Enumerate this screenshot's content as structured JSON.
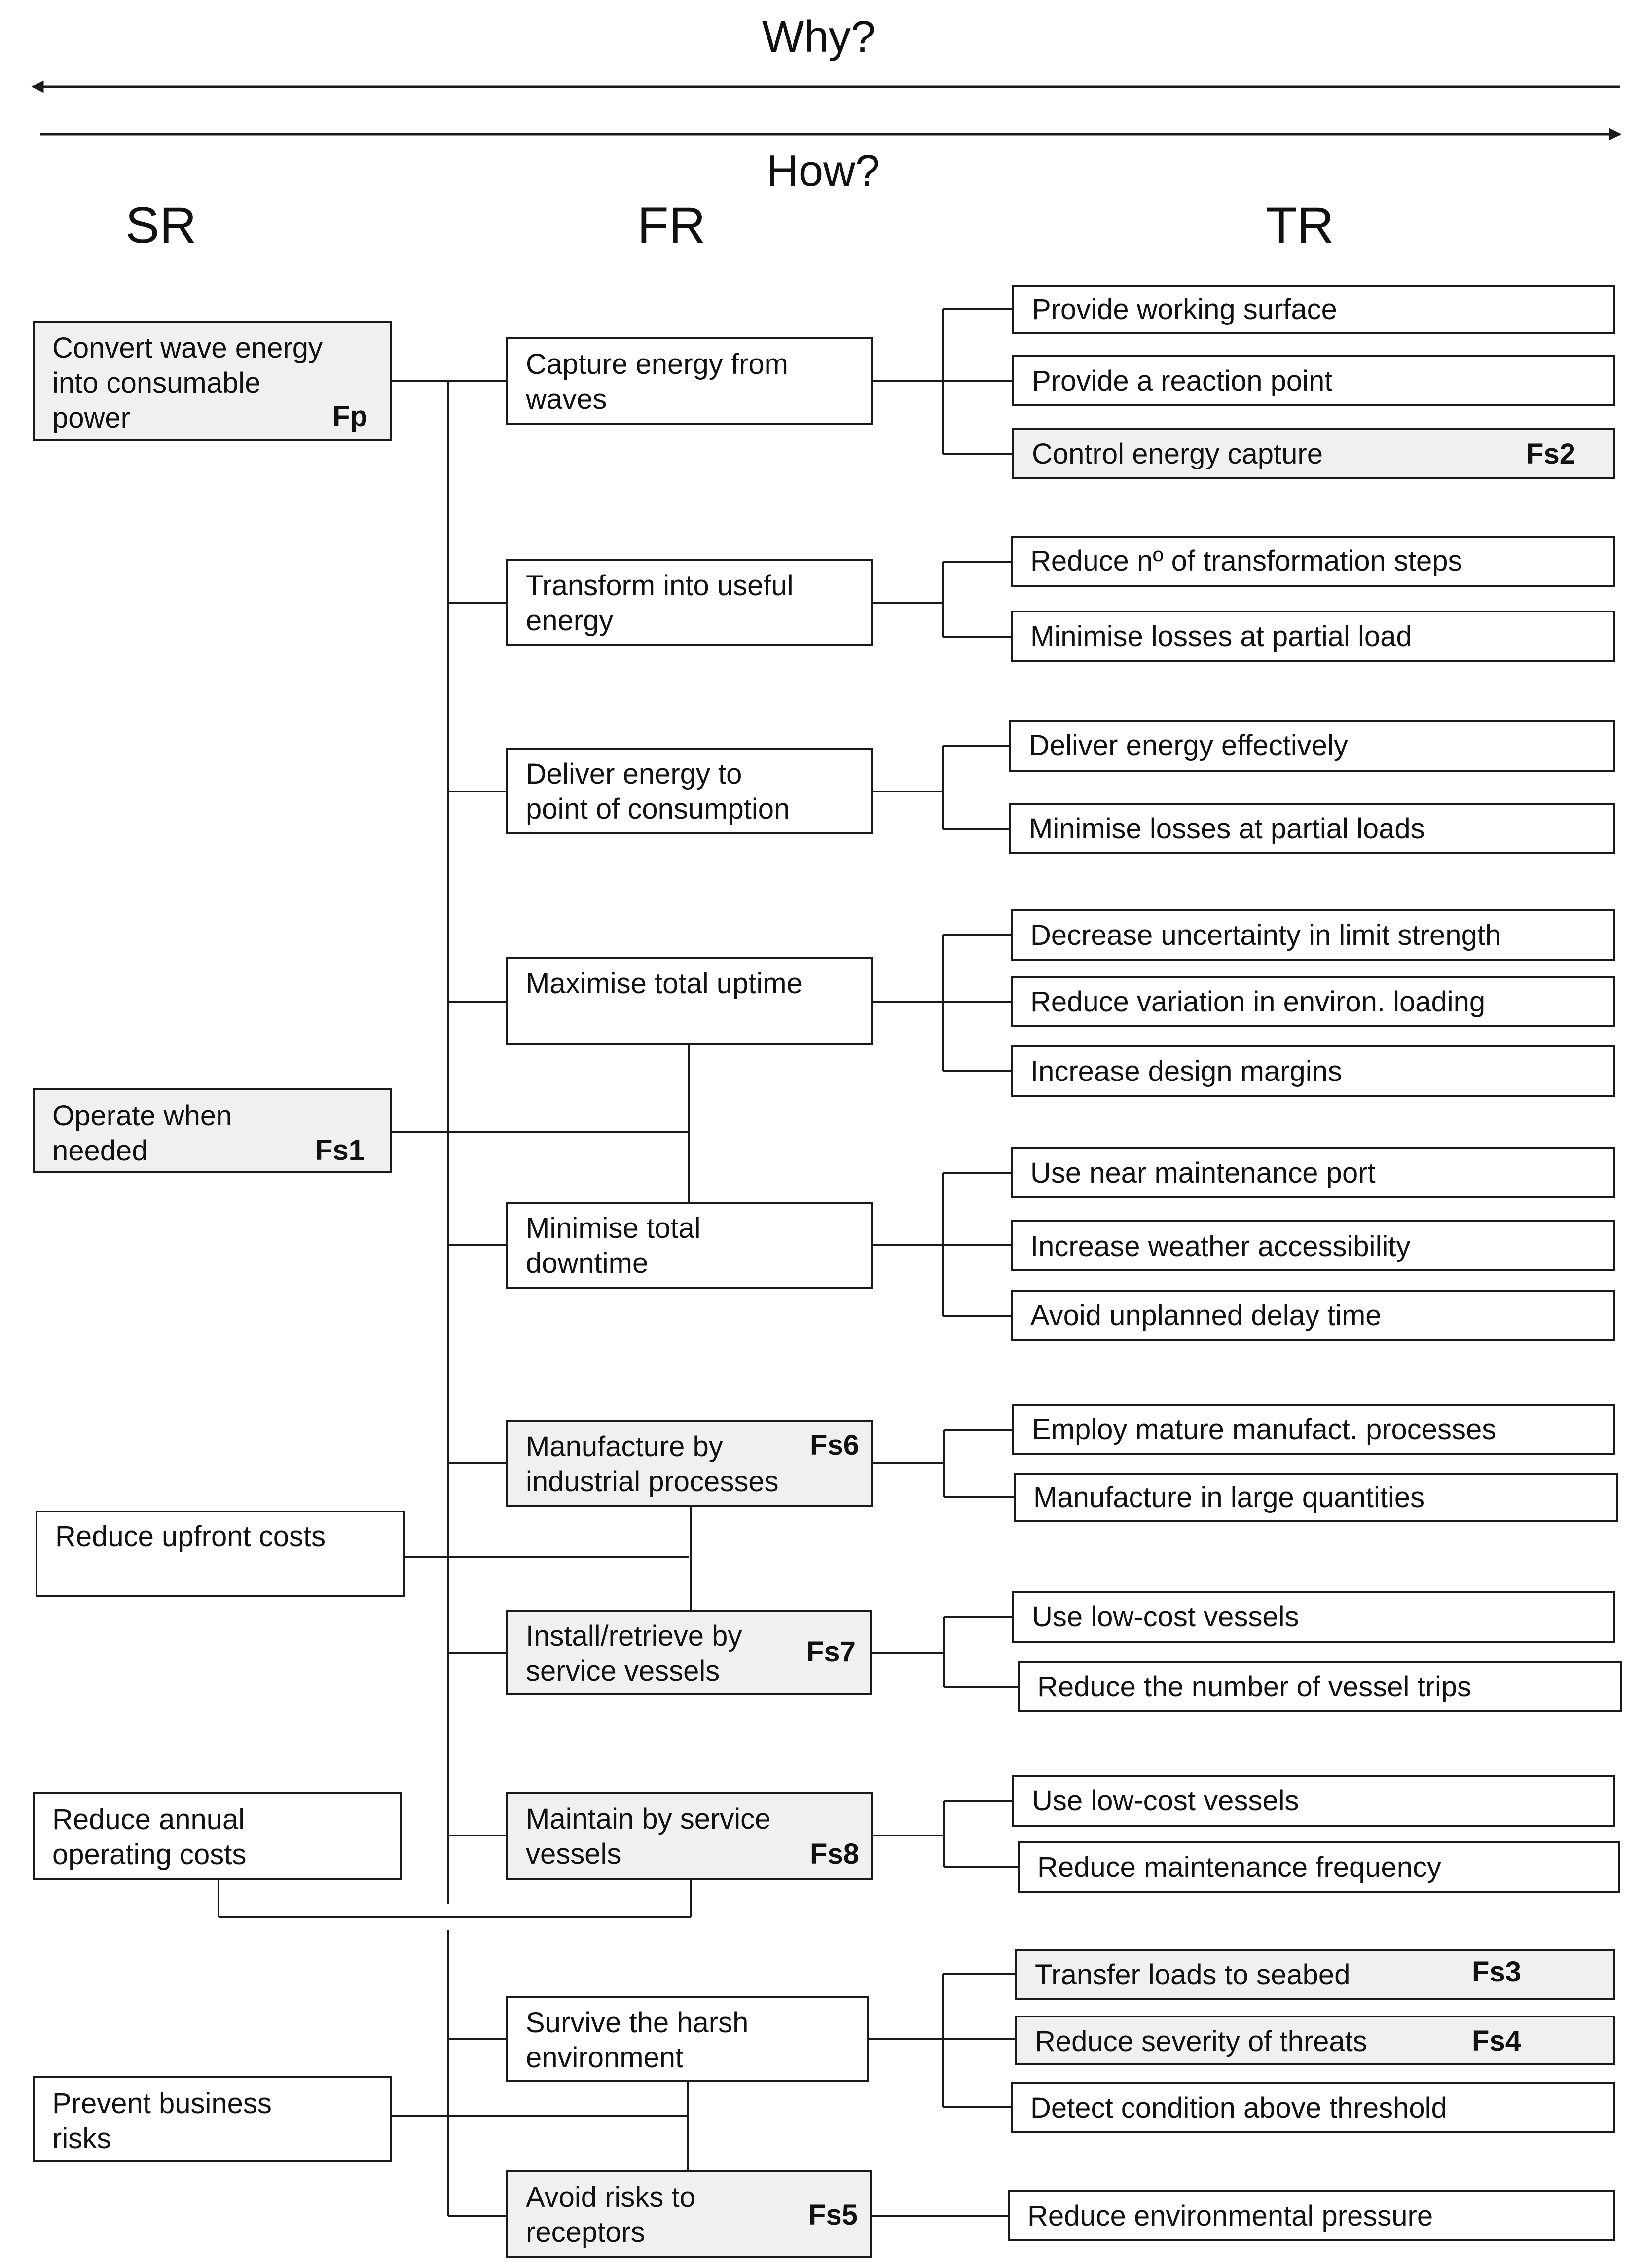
{
  "header": {
    "why": "Why?",
    "how": "How?"
  },
  "columns": {
    "sr": "SR",
    "fr": "FR",
    "tr": "TR"
  },
  "sr": {
    "convert": {
      "text": "Convert wave energy\ninto consumable\npower",
      "tag": "Fp"
    },
    "operate": {
      "text": "Operate when\nneeded",
      "tag": "Fs1"
    },
    "upfront": {
      "text": "Reduce upfront costs"
    },
    "annual": {
      "text": "Reduce annual\noperating costs"
    },
    "business": {
      "text": "Prevent business\nrisks"
    }
  },
  "fr": {
    "capture": {
      "text": "Capture energy from\nwaves"
    },
    "transform": {
      "text": "Transform into useful\nenergy"
    },
    "deliver": {
      "text": "Deliver energy to\npoint of consumption"
    },
    "uptime": {
      "text": "Maximise total uptime"
    },
    "downtime": {
      "text": "Minimise total\ndowntime"
    },
    "manufacture": {
      "text": "Manufacture by\nindustrial processes",
      "tag": "Fs6"
    },
    "install": {
      "text": "Install/retrieve by\nservice vessels",
      "tag": "Fs7"
    },
    "maintain": {
      "text": "Maintain by service\nvessels",
      "tag": "Fs8"
    },
    "survive": {
      "text": "Survive the harsh\nenvironment"
    },
    "avoid": {
      "text": "Avoid risks to\nreceptors",
      "tag": "Fs5"
    }
  },
  "tr": {
    "working_surface": {
      "text": "Provide working surface"
    },
    "reaction_point": {
      "text": "Provide a reaction point"
    },
    "control_capture": {
      "text": "Control energy capture",
      "tag": "Fs2"
    },
    "reduce_steps": {
      "text": "Reduce nº of transformation steps"
    },
    "min_losses_load": {
      "text": "Minimise losses at partial load"
    },
    "deliver_effectively": {
      "text": "Deliver energy effectively"
    },
    "min_losses_loads": {
      "text": "Minimise losses at partial loads"
    },
    "decrease_uncertainty": {
      "text": "Decrease uncertainty in limit strength"
    },
    "reduce_variation": {
      "text": "Reduce variation in environ. loading"
    },
    "increase_margins": {
      "text": "Increase design margins"
    },
    "near_port": {
      "text": "Use near maintenance port"
    },
    "weather_access": {
      "text": "Increase weather accessibility"
    },
    "avoid_delay": {
      "text": "Avoid unplanned delay time"
    },
    "mature_processes": {
      "text": "Employ mature manufact. processes"
    },
    "large_quantities": {
      "text": "Manufacture in large quantities"
    },
    "low_cost_vessels_1": {
      "text": "Use low-cost vessels"
    },
    "reduce_trips": {
      "text": "Reduce the number of vessel trips"
    },
    "low_cost_vessels_2": {
      "text": "Use low-cost vessels"
    },
    "maintenance_freq": {
      "text": "Reduce maintenance frequency"
    },
    "transfer_loads": {
      "text": "Transfer loads to seabed",
      "tag": "Fs3"
    },
    "reduce_threats": {
      "text": "Reduce severity of threats",
      "tag": "Fs4"
    },
    "detect_condition": {
      "text": "Detect condition above threshold"
    },
    "env_pressure": {
      "text": "Reduce environmental pressure"
    }
  },
  "colors": {
    "line": "#1a1a1a",
    "box_fill": "#ffffff",
    "shaded_fill": "#f0f0f0"
  }
}
